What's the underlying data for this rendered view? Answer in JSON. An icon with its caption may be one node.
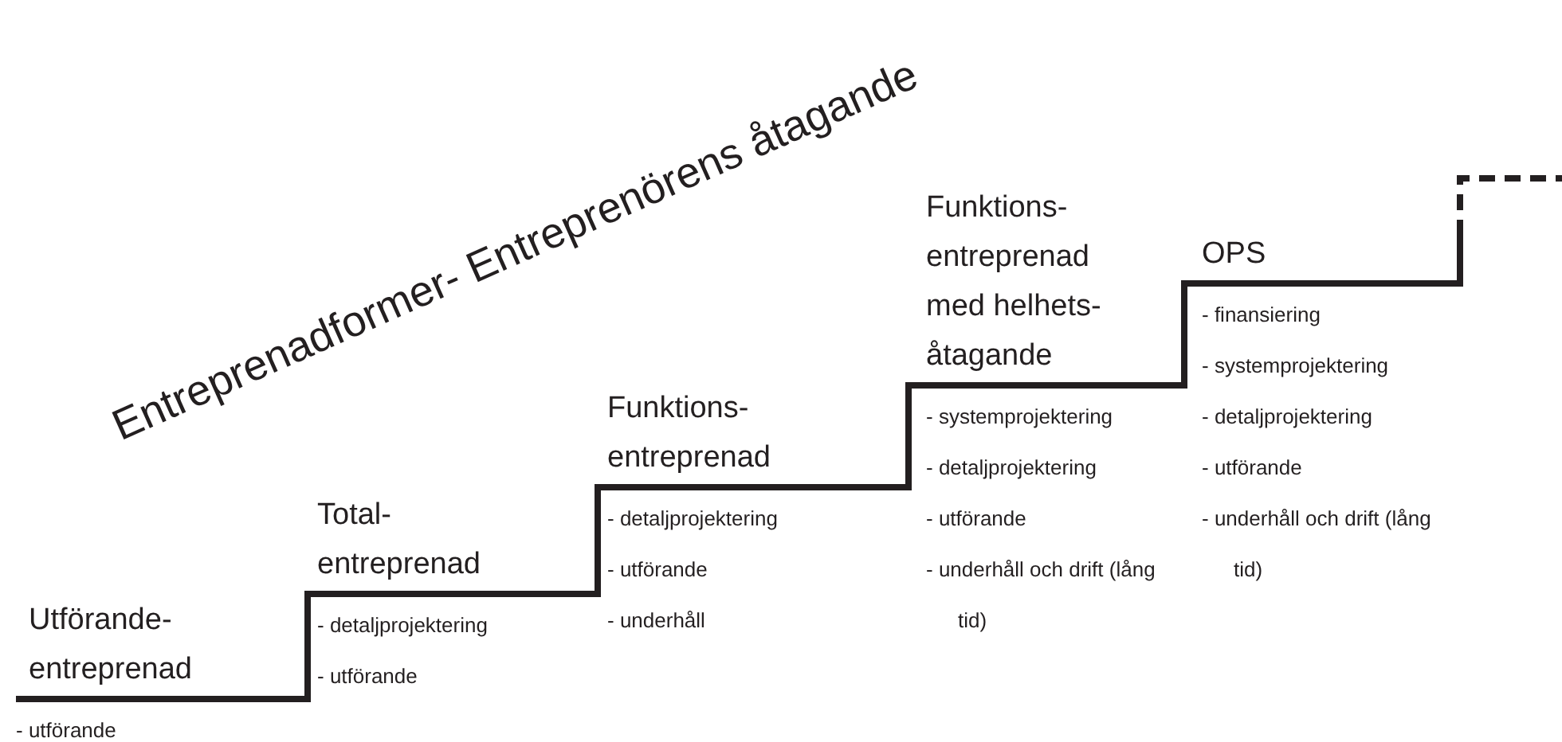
{
  "diagram": {
    "title": "Entreprenadformer- Entreprenörens åtagande",
    "labels": [
      "Utförande- entreprenad",
      "- utförande",
      "Total- entreprenad",
      "- detaljprojektering",
      "- utförande",
      "Funktions- entreprenad",
      "- detaljprojektering",
      "- utförande",
      "- underhåll",
      "Funktions- entreprenad med helhets- åtagande",
      "- systemprojektering",
      "- detaljprojektering",
      "- utförande",
      "- underhåll och drift (lång tid)",
      "OPS",
      "- finansiering",
      "- systemprojektering",
      "- detaljprojektering",
      "- utförande",
      "- underhåll och drift (lång tid)"
    ]
  }
}
